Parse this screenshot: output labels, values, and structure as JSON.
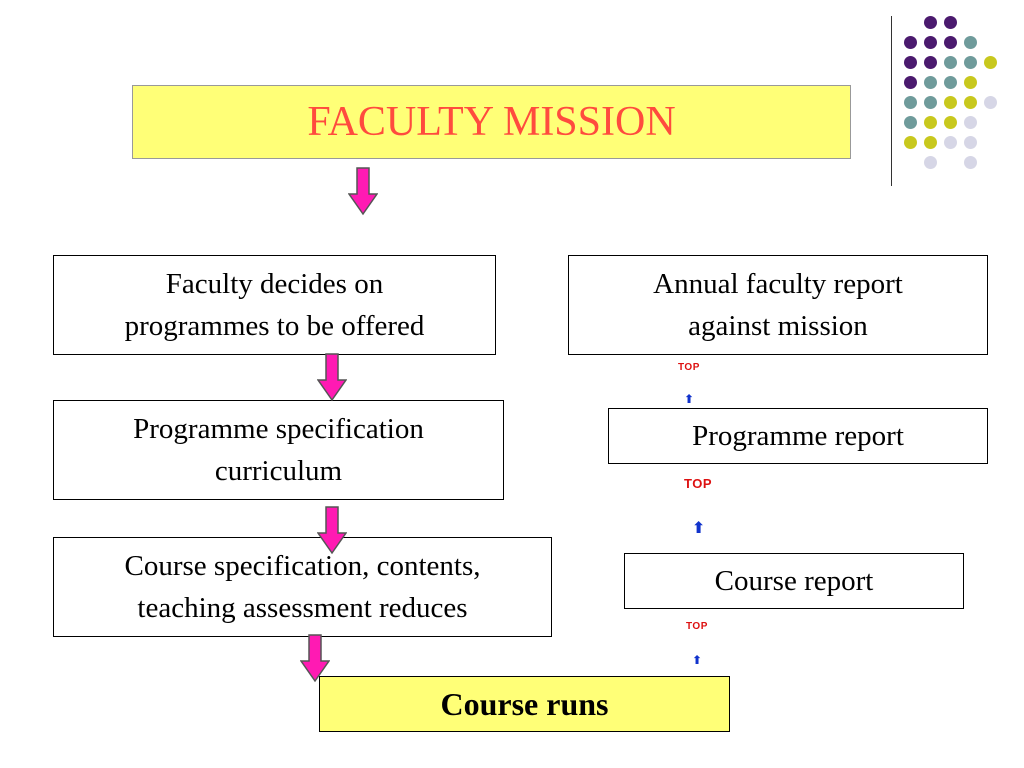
{
  "title": "FACULTY MISSION",
  "left_column": [
    {
      "line1": "Faculty decides on",
      "line2": "programmes to be offered"
    },
    {
      "line1": "Programme specification",
      "line2": "curriculum"
    },
    {
      "line1": "Course specification, contents,",
      "line2": "teaching assessment reduces"
    }
  ],
  "right_column": [
    {
      "line1": "Annual faculty report",
      "line2": "against mission"
    },
    {
      "line1": "Programme report"
    },
    {
      "line1": "Course report"
    }
  ],
  "bottom": {
    "label": "Course runs"
  },
  "up_links": [
    "TOP",
    "TOP",
    "TOP"
  ],
  "icons": {
    "down_arrow": "magenta-down-arrow-icon",
    "up_arrow": "blue-up-arrow-icon"
  },
  "colors": {
    "title_fill": "#ffff77",
    "title_text": "#ff4b3e",
    "down_arrow": "#ff1ab3",
    "up_arrow": "#1133cc",
    "top_label": "#dd1111",
    "dot_purple": "#4b1a6e",
    "dot_teal": "#6f9b9b",
    "dot_olive": "#c8c81e",
    "dot_lavender": "#d6d6e6"
  }
}
